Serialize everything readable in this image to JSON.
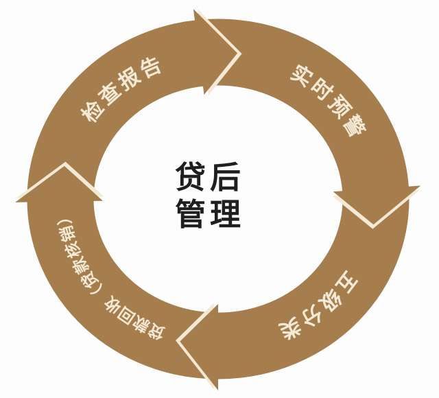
{
  "diagram": {
    "type": "cycle",
    "flow_direction": "clockwise",
    "center_title": {
      "text": "贷后管理",
      "line1": "贷后",
      "line2": "管理"
    },
    "steps": [
      {
        "label": "检查报告",
        "position": "top-left"
      },
      {
        "label": "实时预警",
        "position": "top-right"
      },
      {
        "label": "五级分类",
        "position": "bottom-right"
      },
      {
        "label": "贷款回收（贷款核销）",
        "position": "bottom-left"
      }
    ],
    "colors": {
      "ring": "#a67e4e",
      "label_text": "#f4ead5",
      "arrow_gap_line": "#f3e9d4",
      "center_text": "#1f1f1f",
      "background": "#fdfdfd"
    }
  }
}
